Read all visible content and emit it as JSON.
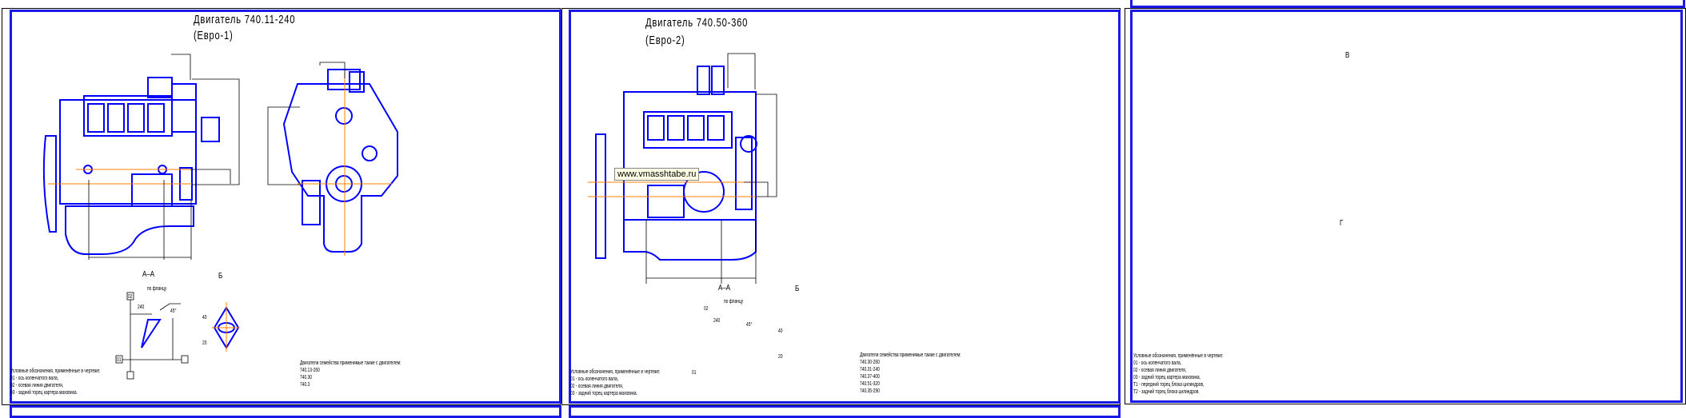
{
  "colors": {
    "frame": "#1a1ae6",
    "axis": "#ff8000",
    "line": "#0000ff"
  },
  "sheets": [
    {
      "title": "Двигатель 740.11-240",
      "subtitle": "(Евро-1)",
      "section_label": "А–А",
      "section_note": "по фланцу",
      "view_label": "Б",
      "dims": {
        "angle": "45°",
        "width": "240",
        "d1": "40",
        "d2": "20",
        "base1": "01",
        "base2": "02"
      },
      "notes": [
        "Условные обозначения, применённые в чертеже:",
        "01 - ось коленчатого вала,",
        "02 - осевая линия двигателя,",
        "03 - задний торец картера маховика."
      ],
      "list_title": "Двигатели семейства применимые также с двигателем:",
      "list": [
        "740.13-260",
        "740.30",
        "740.3"
      ]
    },
    {
      "title": "Двигатель 740.50-360",
      "subtitle": "(Евро-2)",
      "section_label": "А–А",
      "section_note": "по фланцу",
      "view_label": "Б",
      "dims": {
        "angle": "45°",
        "width": "240",
        "d1": "40",
        "d2": "20",
        "base1": "01",
        "base2": "02"
      },
      "watermark": "www.vmasshtabe.ru",
      "notes": [
        "Условные обозначения, применённые в чертеже:",
        "01 - ось коленчатого вала,",
        "02 - осевая линия двигателя,",
        "03 - задний торец картера маховика."
      ],
      "list_title": "Двигатели семейства применимые также с двигателем:",
      "list": [
        "740.30-260",
        "740.31-240",
        "740.37-400",
        "740.51-320",
        "740.35-290"
      ]
    },
    {
      "view_top": "В",
      "view_bottom": "Г",
      "notes": [
        "Условные обозначения, применённые в чертеже:",
        "01 - ось коленчатого вала,",
        "02 - осевая линия двигателя,",
        "03 - задний торец картера маховика,",
        "Т1 - передний торец блока цилиндров,",
        "Т2 - задний торец блока цилиндров."
      ]
    }
  ]
}
